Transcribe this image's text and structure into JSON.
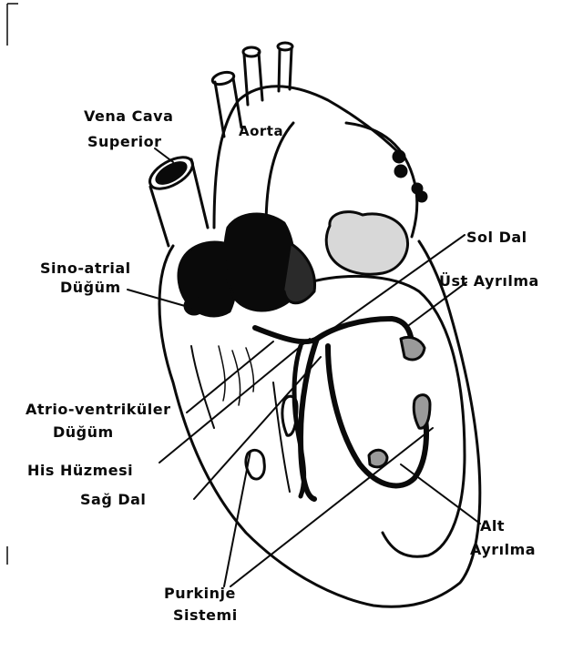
{
  "labels": {
    "vena_cava_line1": "Vena Cava",
    "vena_cava_line2": "Superior",
    "aorta": "Aorta",
    "sol_dal": "Sol Dal",
    "ust_ayrilma": "Üst Ayrılma",
    "sino_atrial_line1": "Sino-atrial",
    "sino_atrial_line2": "Düğüm",
    "atrio_line1": "Atrio-ventriküler",
    "atrio_line2": "Düğüm",
    "his_huzmesi": "His Hüzmesi",
    "sag_dal": "Sağ Dal",
    "alt_line1": "Alt",
    "alt_line2": "Ayrılma",
    "purkinje_line1": "Purkinje",
    "purkinje_line2": "Sistemi"
  },
  "colors": {
    "ink": "#0a0a0a",
    "paper": "#ffffff",
    "shade": "#3a3a3a"
  }
}
